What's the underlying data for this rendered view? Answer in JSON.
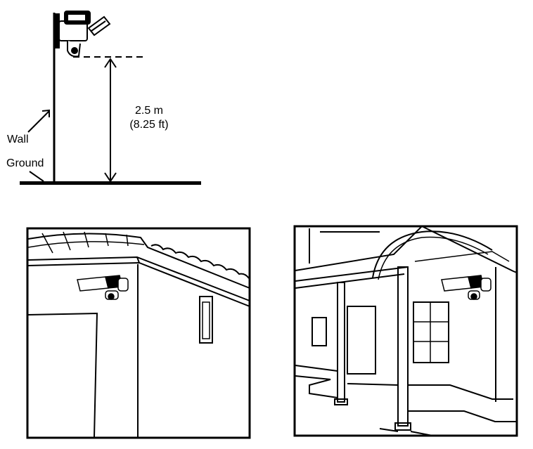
{
  "install_diagram": {
    "wall_label": "Wall",
    "ground_label": "Ground",
    "height_metric": "2.5 m",
    "height_imperial": "(8.25 ft)"
  },
  "scenes": [
    {
      "name": "eave-corner-scene"
    },
    {
      "name": "porch-scene"
    }
  ],
  "colors": {
    "line": "#000000",
    "background": "#ffffff"
  },
  "icons": [
    "security-light-icon",
    "dimension-arrow-icon",
    "pointer-arrow-icon"
  ]
}
